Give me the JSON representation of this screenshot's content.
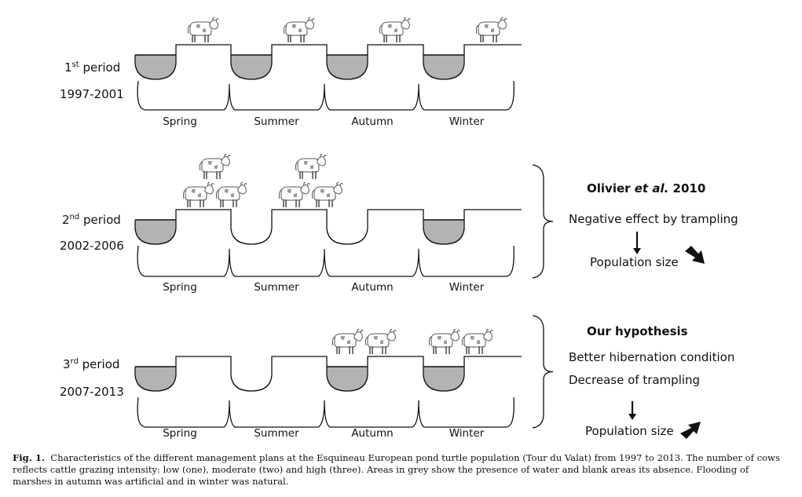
{
  "periods": [
    {
      "ordinal": "1",
      "suffix": "st",
      "word": "period",
      "years": "1997-2001",
      "seasons": [
        "Spring",
        "Summer",
        "Autumn",
        "Winter"
      ],
      "water": [
        true,
        true,
        true,
        true
      ],
      "cows": [
        1,
        1,
        1,
        1
      ]
    },
    {
      "ordinal": "2",
      "suffix": "nd",
      "word": "period",
      "years": "2002-2006",
      "seasons": [
        "Spring",
        "Summer",
        "Autumn",
        "Winter"
      ],
      "water": [
        true,
        false,
        false,
        true
      ],
      "cows": [
        3,
        3,
        0,
        0
      ],
      "note": {
        "title_prefix": "Olivier ",
        "title_italic": "et al.",
        "title_suffix": " 2010",
        "line1": "Negative effect by trampling",
        "line2": "Population size",
        "trend": "down"
      }
    },
    {
      "ordinal": "3",
      "suffix": "rd",
      "word": "period",
      "years": "2007-2013",
      "seasons": [
        "Spring",
        "Summer",
        "Autumn",
        "Winter"
      ],
      "water": [
        true,
        false,
        true,
        true
      ],
      "cows": [
        0,
        0,
        2,
        2
      ],
      "note": {
        "title": "Our hypothesis",
        "line1": "Better hibernation condition",
        "line2": "Decrease of trampling",
        "line3": "Population size",
        "trend": "up"
      }
    }
  ],
  "caption": {
    "label": "Fig. 1.",
    "text": "Characteristics of the different management plans at the Esquineau European pond turtle population (Tour du Valat) from 1997 to 2013. The number of cows reflects cattle grazing intensity: low (one), moderate (two) and high (three). Areas in grey show the presence of water and blank areas its absence. Flooding of marshes in autumn was artificial and in winter was natural."
  },
  "colors": {
    "water": "#b3b3b3",
    "line": "#111111"
  },
  "icons": [
    "cow-icon",
    "arrow-down-icon",
    "arrow-trend-icon",
    "brace-icon"
  ]
}
